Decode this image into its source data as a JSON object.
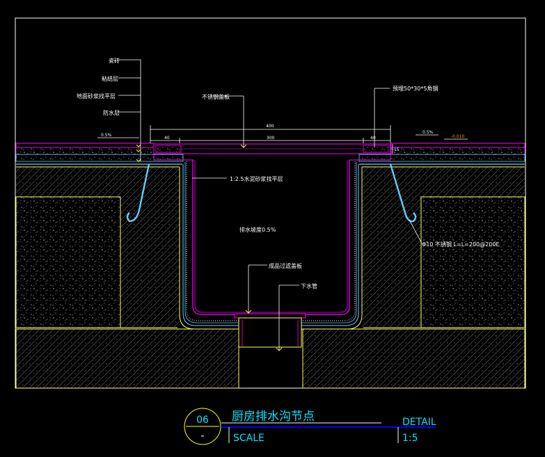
{
  "labels": {
    "tile": "瓷砖",
    "bond_layer": "粘结层",
    "mortar_leveling": "地面砂浆找平层",
    "waterproof": "防水层",
    "stainless_cover": "不锈钢盖板",
    "embedded_angle": "预埋50*30*5角钢",
    "cement_mortar": "1:2.5水泥砂浆找平层",
    "slope": "排水坡度0.5%",
    "filter_cover": "成品过滤盖板",
    "drain_pipe": "下水管",
    "rebar": "Φ10 不锈钢 L=L=200@200E"
  },
  "dimensions": {
    "overall": "400",
    "left": "40",
    "middle": "300",
    "right": "40",
    "slope_left": "0.5%",
    "slope_right": "0.5%",
    "level": "-0.010",
    "side": "15"
  },
  "title_block": {
    "number": "06",
    "sub": "-",
    "title": "厨房排水沟节点",
    "detail": "DETAIL",
    "scale_label": "SCALE",
    "scale_value": "1:5"
  },
  "colors": {
    "background": "#000000",
    "frame": "#ffffff",
    "concrete": "#808080",
    "structure_outline": "#ffff66",
    "finish_layers": "#ff00ff",
    "waterproof": "#66ccff",
    "leader": "#ffffff",
    "title_text": "#00e5ff",
    "title_line": "#0000ff",
    "circle": "#ffff00"
  }
}
